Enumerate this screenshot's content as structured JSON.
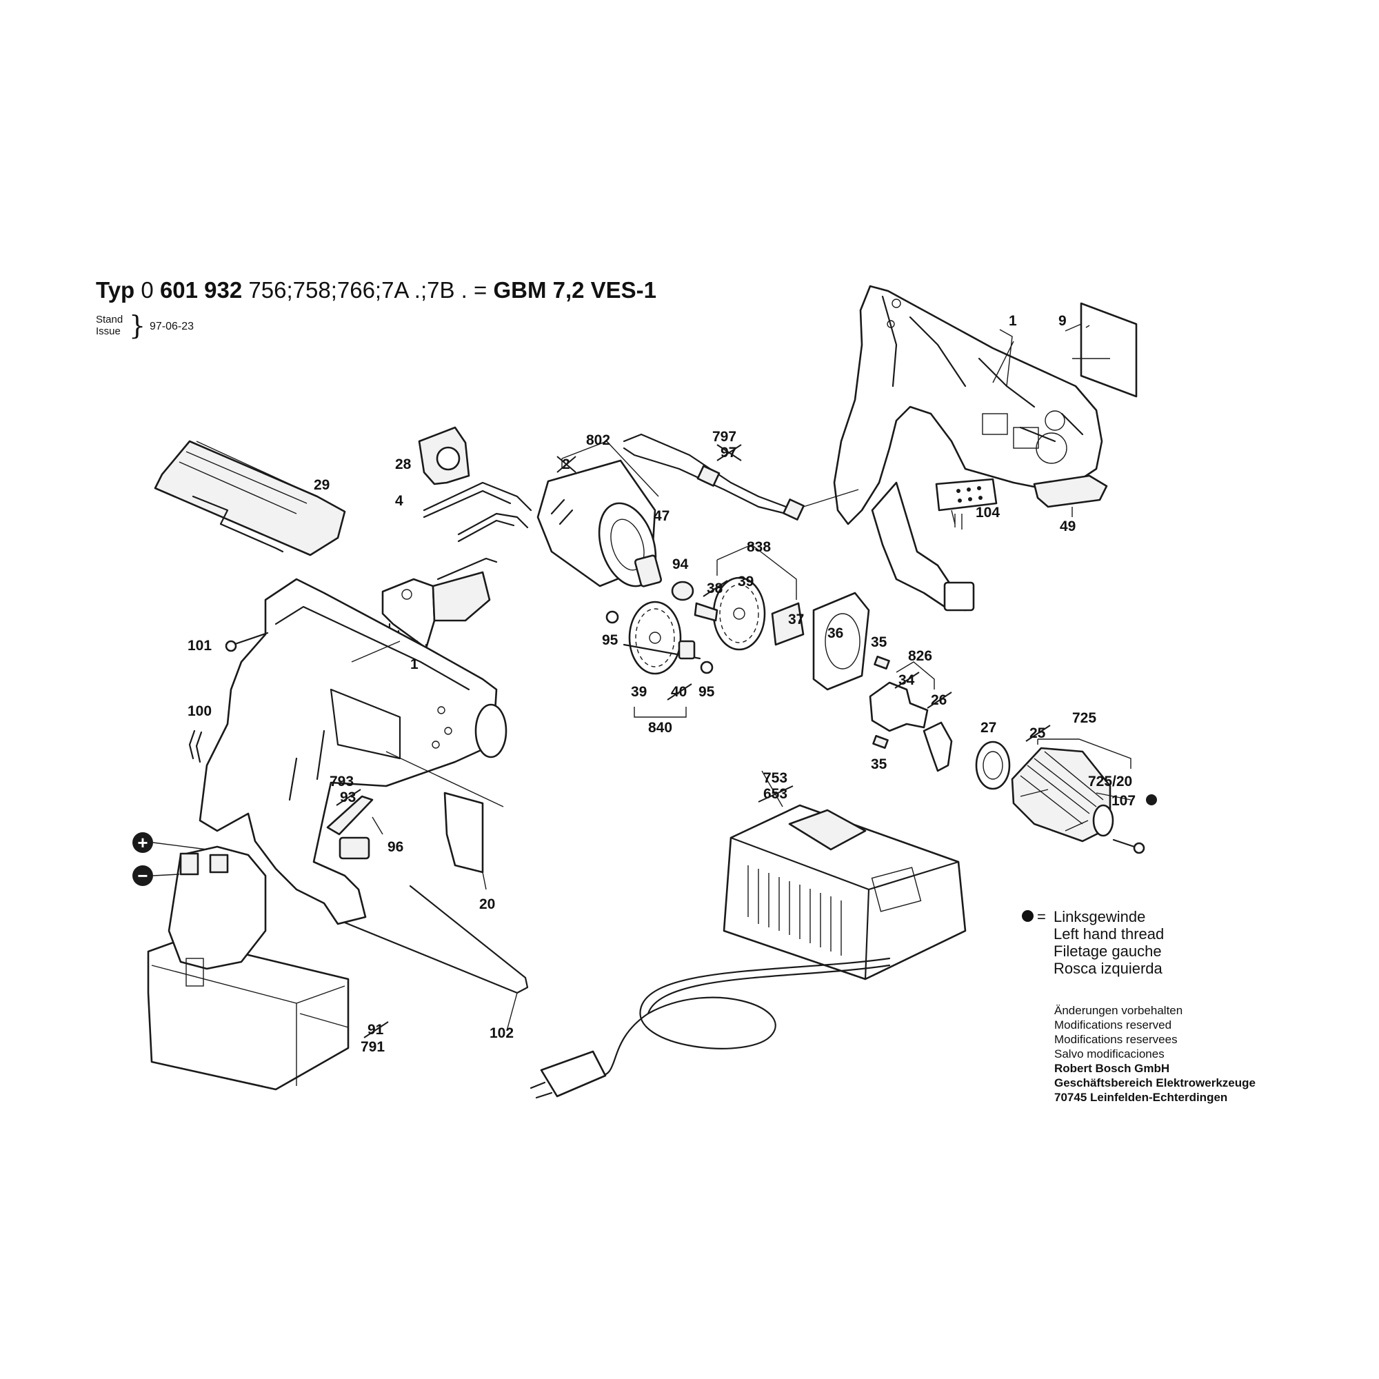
{
  "header": {
    "typ_label": "Typ",
    "part_prefix": "0",
    "part_group1": "601",
    "part_group2": "932",
    "variants": "756;758;766;7A .;7B . =",
    "model": "GBM 7,2 VES-1",
    "stand_label": "Stand",
    "issue_label": "Issue",
    "issue_date": "97-06-23"
  },
  "callouts": {
    "c1": "1",
    "c1b": "1",
    "c4": "4",
    "c9": "9",
    "c20": "20",
    "c25": "25",
    "c26": "26",
    "c27": "27",
    "c28": "28",
    "c29": "29",
    "c34": "34",
    "c35a": "35",
    "c35b": "35",
    "c36": "36",
    "c37": "37",
    "c38": "38",
    "c39a": "39",
    "c39b": "39",
    "c40": "40",
    "c47": "47",
    "c49": "49",
    "c2": "2",
    "c91": "91",
    "c93": "93",
    "c94": "94",
    "c95a": "95",
    "c95b": "95",
    "c96": "96",
    "c100": "100",
    "c101": "101",
    "c102": "102",
    "c104": "104",
    "c107": "107",
    "c653": "653",
    "c725": "725",
    "c725_20": "725/20",
    "c753": "753",
    "c791": "791",
    "c793": "793",
    "c797": "797",
    "c802": "802",
    "c826": "826",
    "c838": "838",
    "c840": "840",
    "c97": "97"
  },
  "polarity": {
    "plus": "+",
    "minus": "−"
  },
  "legend": {
    "equals": "=",
    "lines": [
      "Linksgewinde",
      "Left hand thread",
      "Filetage gauche",
      "Rosca izquierda"
    ]
  },
  "notes": {
    "lines": [
      "Änderungen vorbehalten",
      "Modifications reserved",
      "Modifications reservees",
      "Salvo modificaciones"
    ],
    "company": [
      "Robert Bosch GmbH",
      "Geschäftsbereich Elektrowerkzeuge",
      "70745 Leinfelden-Echterdingen"
    ]
  }
}
